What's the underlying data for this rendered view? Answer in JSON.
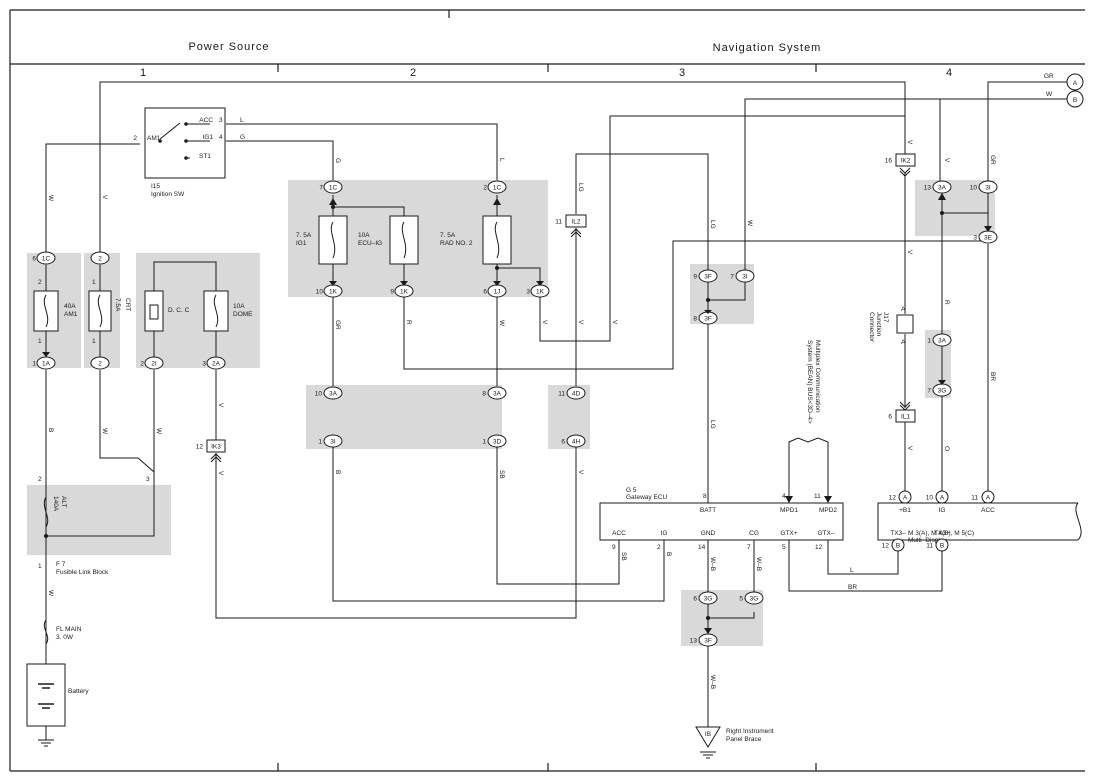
{
  "header": {
    "left_title": "Power Source",
    "right_title": "Navigation System"
  },
  "columns": [
    "1",
    "2",
    "3",
    "4"
  ],
  "offpage": [
    {
      "letter": "A",
      "wire": "GR"
    },
    {
      "letter": "B",
      "wire": "W"
    }
  ],
  "ignition": {
    "ref": "I15",
    "name": "Ignition SW",
    "terms": [
      {
        "name": "AM1",
        "pin": "2"
      },
      {
        "name": "ACC",
        "pin": "3"
      },
      {
        "name": "IG1",
        "pin": "4"
      },
      {
        "name": "ST1",
        "pin": ""
      }
    ],
    "out_wires": [
      "L",
      "G"
    ]
  },
  "fuses": [
    {
      "id": "am1",
      "rating": "40A",
      "name": "AM1",
      "top": "1C",
      "top_pin": "6",
      "bot": "1A",
      "bot_pin": "1",
      "in_pin": "2",
      "out_pin": "1"
    },
    {
      "id": "crt",
      "rating": "7.5A",
      "name": "CRT",
      "top": "2",
      "top_pin": "",
      "bot": "2",
      "bot_pin": "",
      "in_pin": "1",
      "out_pin": "1"
    },
    {
      "id": "dcc",
      "rating": "",
      "name": "D. C. C",
      "top": "",
      "top_pin": "",
      "bot": "2I",
      "bot_pin": "2",
      "in_pin": "",
      "out_pin": ""
    },
    {
      "id": "dome",
      "rating": "10A",
      "name": "DOME",
      "top": "",
      "top_pin": "",
      "bot": "2A",
      "bot_pin": "3",
      "in_pin": "",
      "out_pin": ""
    },
    {
      "id": "ig1",
      "rating": "7. 5A",
      "name": "IG1",
      "top": "1C",
      "top_pin": "7",
      "bot": "1K",
      "bot_pin": "10",
      "in_pin": "",
      "out_pin": ""
    },
    {
      "id": "ecuig",
      "rating": "10A",
      "name": "ECU–IG",
      "top": "",
      "top_pin": "",
      "bot": "1K",
      "bot_pin": "9",
      "in_pin": "",
      "out_pin": ""
    },
    {
      "id": "rad2",
      "rating": "7. 5A",
      "name": "RAD NO. 2",
      "top": "1C",
      "top_pin": "2",
      "bot": "1J",
      "bot_pin": "6",
      "in_pin": "",
      "out_pin": ""
    }
  ],
  "fusible": {
    "ref": "F 7",
    "name": "Fusible Link Block",
    "rating": "140A",
    "fuse": "ALT",
    "pins": [
      "2",
      "3",
      "1"
    ]
  },
  "flmain": {
    "name": "FL MAIN",
    "rating": "3. 0W"
  },
  "battery": {
    "name": "Battery"
  },
  "ground": {
    "id": "IB",
    "name": "Right Instrument",
    "name2": "Panel Brace"
  },
  "connectors": [
    {
      "pin": "3",
      "id": "1K"
    },
    {
      "pin": "10",
      "id": "3A"
    },
    {
      "pin": "1",
      "id": "3I"
    },
    {
      "pin": "8",
      "id": "3A"
    },
    {
      "pin": "1",
      "id": "3D"
    },
    {
      "pin": "11",
      "id": "4D"
    },
    {
      "pin": "6",
      "id": "4H"
    },
    {
      "pin": "12",
      "id": "IK3"
    },
    {
      "pin": "11",
      "id": "IL2"
    },
    {
      "pin": "9",
      "id": "3F"
    },
    {
      "pin": "7",
      "id": "3I"
    },
    {
      "pin": "8",
      "id": "3F"
    },
    {
      "pin": "6",
      "id": "3G"
    },
    {
      "pin": "5",
      "id": "3G"
    },
    {
      "pin": "13",
      "id": "3F"
    },
    {
      "pin": "16",
      "id": "IK2"
    },
    {
      "pin": "13",
      "id": "3A"
    },
    {
      "pin": "10",
      "id": "3I"
    },
    {
      "pin": "3",
      "id": "3E"
    },
    {
      "pin": "1",
      "id": "3A"
    },
    {
      "pin": "7",
      "id": "3G"
    },
    {
      "pin": "6",
      "id": "IL1"
    }
  ],
  "junction": {
    "ref": "J17",
    "name": "Junction",
    "name2": "Connector",
    "pin_a": "A"
  },
  "mpx": {
    "line1": "Multiplex Communication",
    "line2": "System (BEAN) BUS<3D–4>"
  },
  "gateway": {
    "ref": "G 5",
    "name": "Gateway ECU",
    "top_pins": [
      {
        "pin": "8",
        "name": "BATT"
      },
      {
        "pin": "4",
        "name": "MPD1"
      },
      {
        "pin": "11",
        "name": "MPD2"
      }
    ],
    "bottom_pins": [
      {
        "pin": "9",
        "name": "ACC"
      },
      {
        "pin": "2",
        "name": "IG"
      },
      {
        "pin": "14",
        "name": "GND"
      },
      {
        "pin": "7",
        "name": "CG"
      },
      {
        "pin": "5",
        "name": "GTX+"
      },
      {
        "pin": "12",
        "name": "GTX–"
      }
    ]
  },
  "display": {
    "refs": "M 3(A), M 4(B), M 5(C)",
    "name": "Multi–Display",
    "top_pins": [
      {
        "pin": "12",
        "c": "A",
        "name": "+B1"
      },
      {
        "pin": "10",
        "c": "A",
        "name": "IG"
      },
      {
        "pin": "11",
        "c": "A",
        "name": "ACC"
      }
    ],
    "bottom_pins": [
      {
        "pin": "12",
        "c": "B",
        "name": "TX3–"
      },
      {
        "pin": "11",
        "c": "B",
        "name": "TX3+"
      }
    ]
  },
  "wire_colors": {
    "w1": "W",
    "w2": "V",
    "w3": "B",
    "w4": "W",
    "w5": "W",
    "w6": "W",
    "w7": "V",
    "w8": "V",
    "g1": "G",
    "l1": "L",
    "gr1": "GR",
    "r1": "R",
    "w9": "W",
    "v1": "V",
    "b1": "B",
    "sb1": "SB",
    "v2": "V",
    "lg1": "LG",
    "w10": "W",
    "v3": "V",
    "lg2": "LG",
    "v4": "V",
    "v5": "V",
    "r2": "R",
    "o1": "O",
    "gr2": "GR",
    "br1": "BR",
    "sb2": "SB",
    "b2": "B",
    "wb1": "W–B",
    "wb2": "W–B",
    "wb3": "W–B",
    "l2": "L",
    "br2": "BR"
  },
  "colors": {
    "line": "#1a1a1a",
    "box_fill": "#d9d9d9"
  }
}
